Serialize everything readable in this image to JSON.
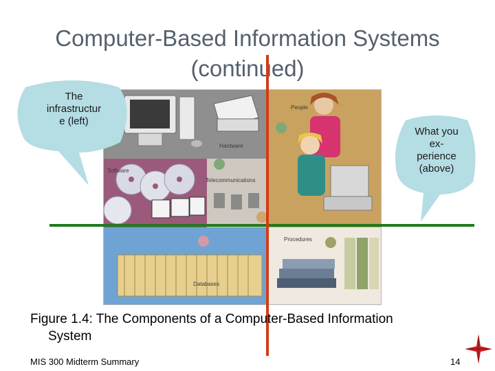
{
  "slide": {
    "title": "Computer-Based Information Systems (continued)",
    "caption_line1": "Figure 1.4: The Components of a Computer-Based Information",
    "caption_line2": "System",
    "footer_left": "MIS 300 Midterm Summary",
    "page_number": "14"
  },
  "callouts": {
    "left": "The\ninfrastructur\ne (left)",
    "right": "What you\nex-\nperience\n(above)"
  },
  "figure": {
    "labels": {
      "people": "People",
      "hardware": "Hardware",
      "software": "Software",
      "telecommunications": "Telecommunications",
      "procedures": "Procedures",
      "databases": "Databases"
    }
  },
  "colors": {
    "callout_fill": "#b4dde4",
    "green_line": "#1f7a1f",
    "red_line": "#d23c17",
    "title": "#55606e"
  }
}
